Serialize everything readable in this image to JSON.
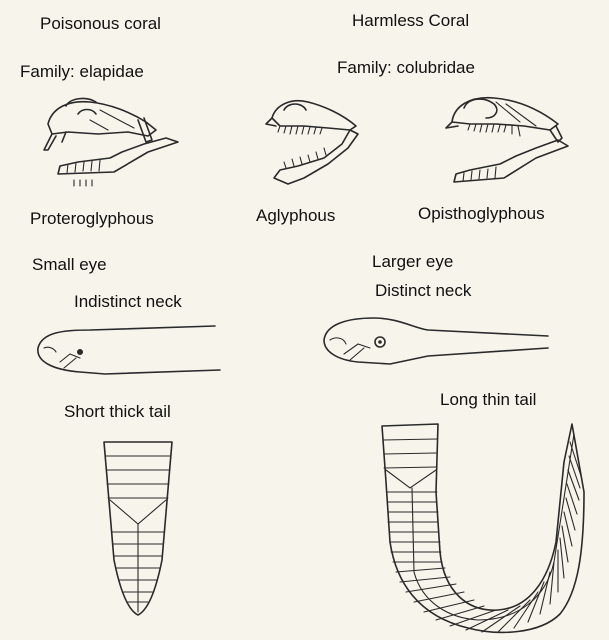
{
  "headers": {
    "left_title": "Poisonous coral",
    "right_title": "Harmless Coral",
    "left_family": "Family: elapidae",
    "right_family": "Family: colubridae"
  },
  "skulls": [
    {
      "label": "Proteroglyphous",
      "icon": "proteroglyphous-skull-icon"
    },
    {
      "label": "Aglyphous",
      "icon": "aglyphous-skull-icon"
    },
    {
      "label": "Opisthoglyphous",
      "icon": "opisthoglyphous-skull-icon"
    }
  ],
  "head_features": {
    "left_eye": "Small eye",
    "left_neck": "Indistinct neck",
    "right_eye": "Larger eye",
    "right_neck": "Distinct neck"
  },
  "tails": {
    "left_tail": "Short thick tail",
    "right_tail": "Long thin tail"
  }
}
